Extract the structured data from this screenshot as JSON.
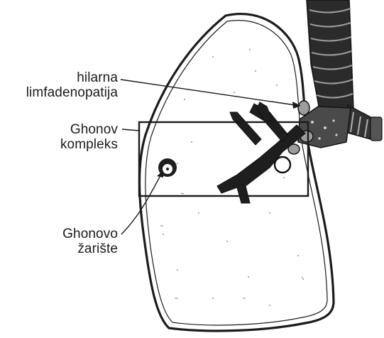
{
  "labels": {
    "hilarna_line1": "hilarna",
    "hilarna_line2": "limfadenopatija",
    "kompleks_line1": "Ghonov",
    "kompleks_line2": "kompleks",
    "zariste_line1": "Ghonovo",
    "zariste_line2": "žarište"
  },
  "colors": {
    "ink": "#1b1b1b",
    "background": "#ffffff"
  }
}
